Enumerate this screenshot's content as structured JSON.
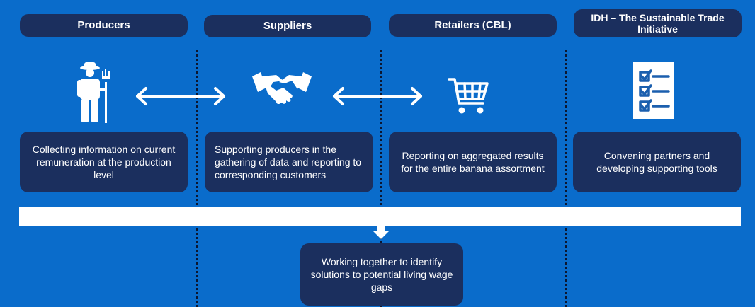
{
  "columns": [
    {
      "header": "Producers",
      "icon": "farmer-icon",
      "description": "Collecting information on current remuneration at the production level"
    },
    {
      "header": "Suppliers",
      "icon": "handshake-icon",
      "description": "Supporting producers in the gathering of data and reporting to corresponding customers"
    },
    {
      "header": "Retailers (CBL)",
      "icon": "shopping-cart-icon",
      "description": "Reporting on aggregated results for the entire banana assortment"
    },
    {
      "header": "IDH – The Sustainable Trade Initiative",
      "icon": "checklist-icon",
      "description": "Convening partners and developing supporting tools"
    }
  ],
  "outcome": "Working together to identify solutions to potential living wage gaps",
  "colors": {
    "background": "#0a6ccb",
    "box": "#1b2f5e",
    "white": "#ffffff"
  }
}
